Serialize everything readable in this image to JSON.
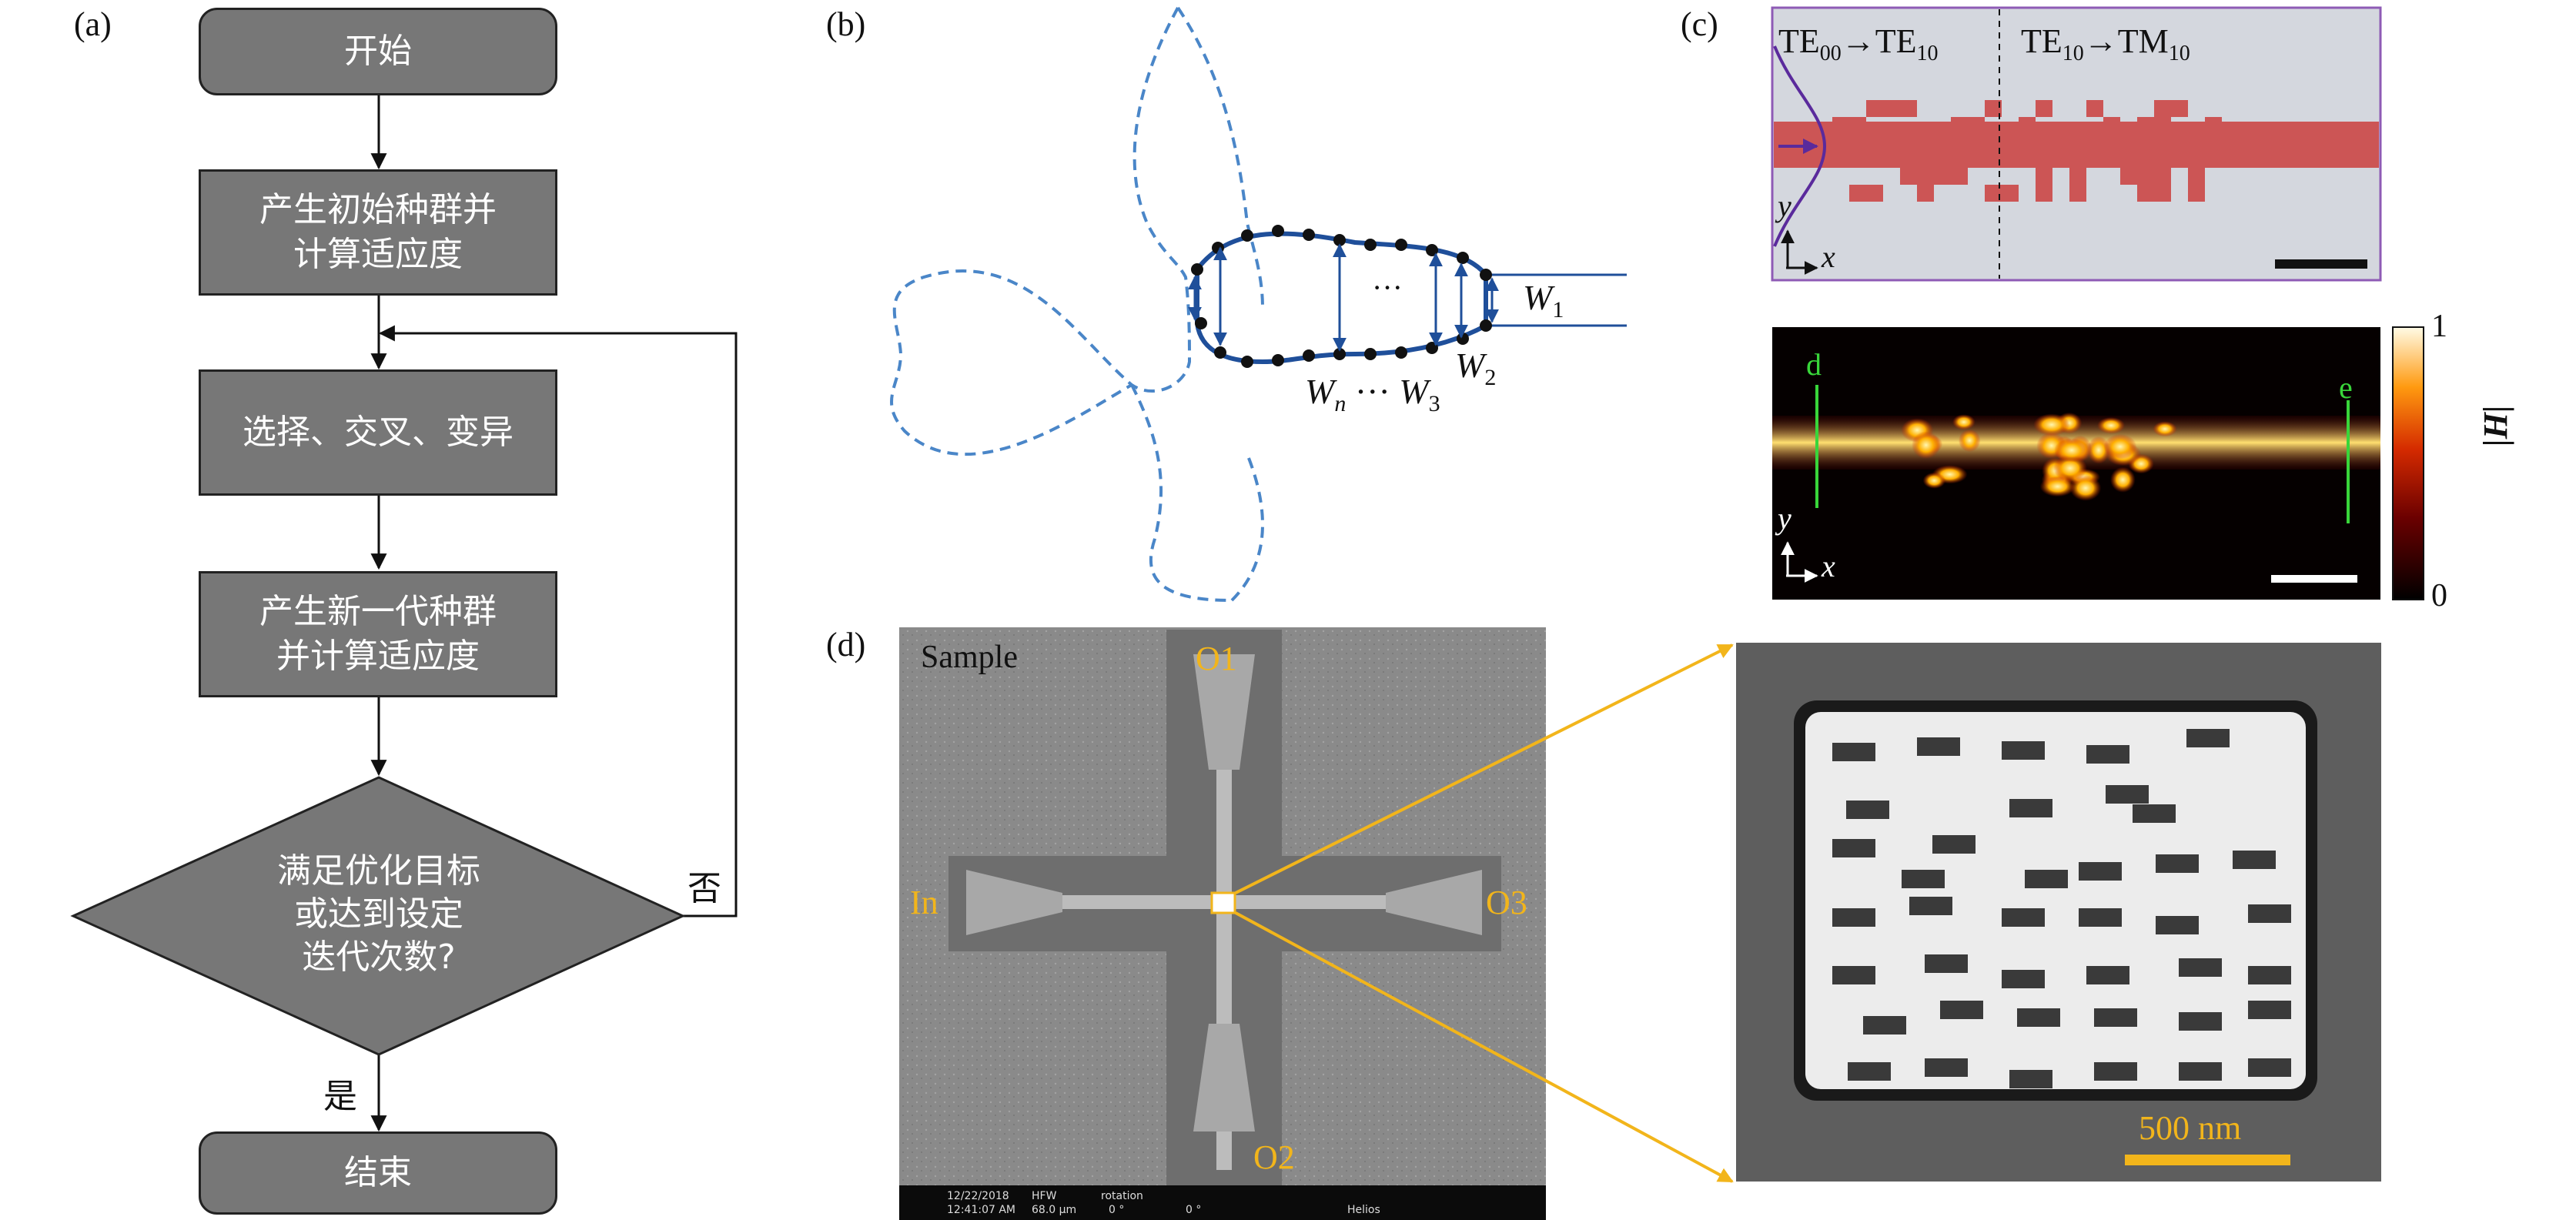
{
  "panels": {
    "a": "(a)",
    "b": "(b)",
    "c": "(c)",
    "d": "(d)"
  },
  "flowchart": {
    "start": "开始",
    "init": "产生初始种群并\n计算适应度",
    "ops": "选择、交叉、变异",
    "newgen": "产生新一代种群\n并计算适应度",
    "decision": "满足优化目标\n或达到设定\n迭代次数?",
    "no": "否",
    "yes": "是",
    "end": "结束"
  },
  "panel_b": {
    "dots": "···",
    "w1": "W",
    "w1_sub": "1",
    "w2": "W",
    "w2_sub": "2",
    "wn": "W",
    "wn_sub": "n",
    "w3_dots": "···",
    "w3": "W",
    "w3_sub": "3"
  },
  "panel_c_top": {
    "label_left": "TE",
    "label_left_sub1": "00",
    "label_left_arrow": "→TE",
    "label_left_sub2": "10",
    "label_right": "TE",
    "label_right_sub1": "10",
    "label_right_arrow": "→TM",
    "label_right_sub2": "10",
    "axis_y": "y",
    "axis_x": "x"
  },
  "panel_c_bottom": {
    "mark_d": "d",
    "mark_e": "e",
    "axis_y": "y",
    "axis_x": "x",
    "colorbar_max": "1",
    "colorbar_min": "0",
    "colorbar_label": "|H|"
  },
  "panel_d": {
    "sample": "Sample",
    "o1": "O1",
    "o2": "O2",
    "o3": "O3",
    "in": "In",
    "scale": "500 nm",
    "info_date": "12/22/2018",
    "info_time": "12:41:07 AM",
    "info_hfw_label": "HFW",
    "info_hfw": "68.0 µm",
    "info_rot_label": "rotation",
    "info_rot": "0 °",
    "info_tilt": "0 °",
    "info_brand": "Helios"
  },
  "colors": {
    "flow_box": "#777777",
    "dashed_outline": "#4a86c8",
    "waveguide_red": "#cc5555",
    "panel_c_border": "#8e5bb5",
    "green_marker": "#39d63a",
    "sem_accent": "#f2b51b"
  }
}
